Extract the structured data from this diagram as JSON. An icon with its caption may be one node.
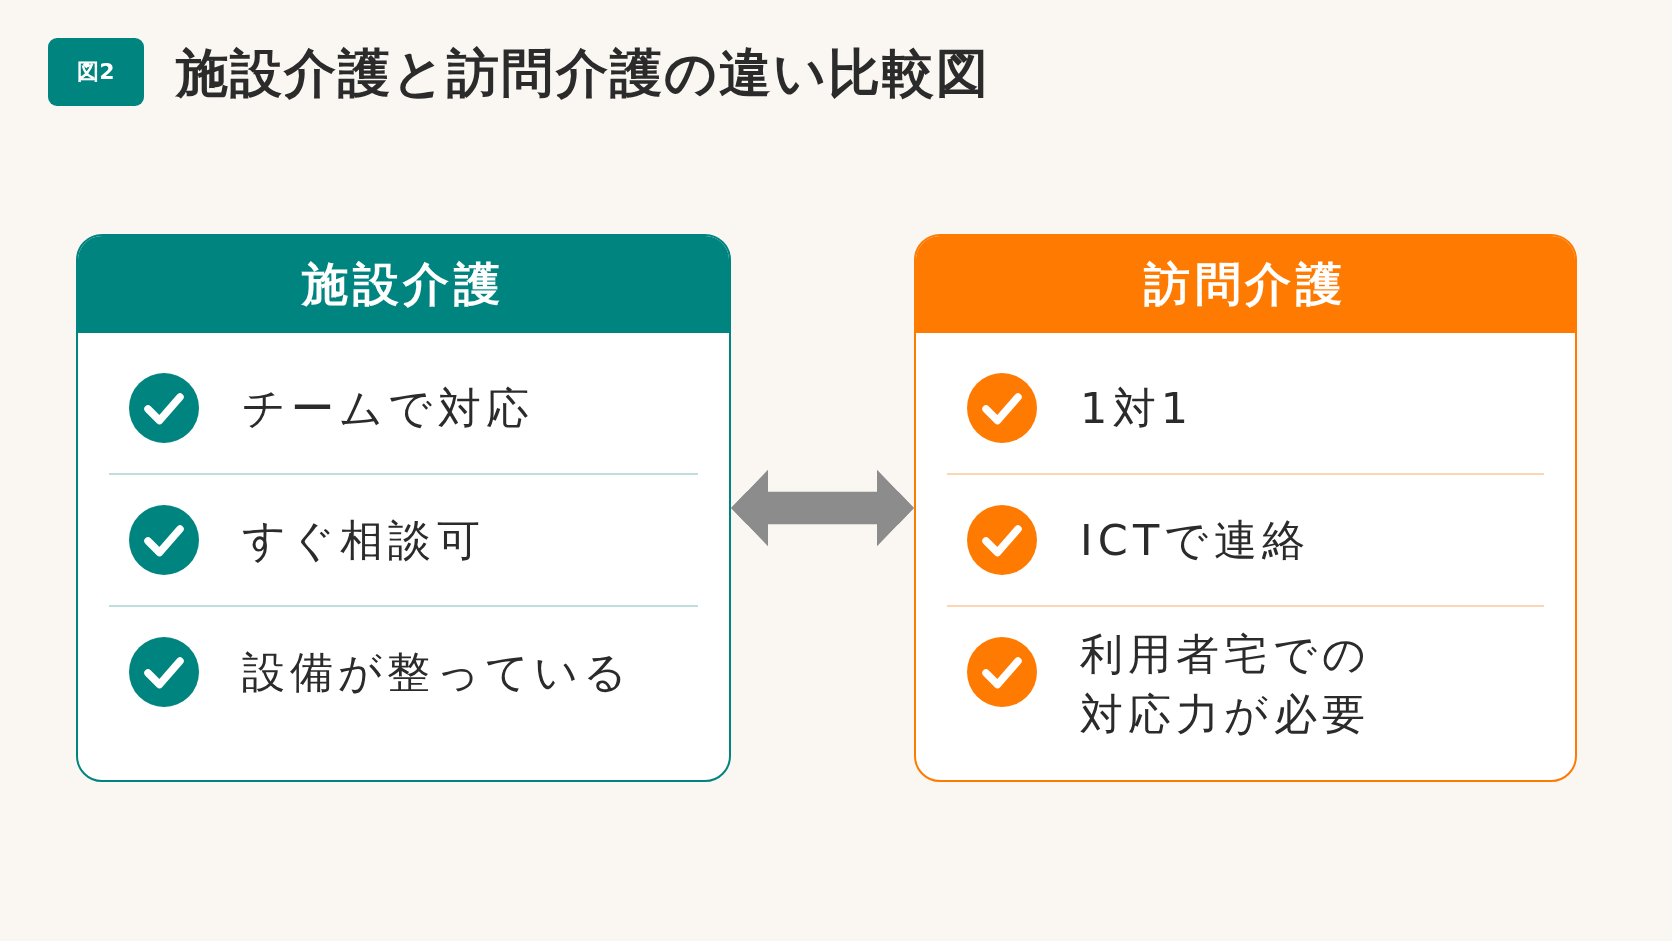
{
  "diagram": {
    "title": "施設介護と訪問介護の違い比較図",
    "nodes": [
      {
        "text": [
          "図2"
        ]
      },
      {
        "text": [
          "施設介護",
          "チームで対応",
          "すぐ相談可",
          "設備が整っている"
        ]
      },
      {
        "text": [
          "訪問介護",
          "1対1",
          "ICTで連絡",
          "利用者宅での対応力が必要"
        ]
      }
    ],
    "edges": [
      {
        "from": 1,
        "to": 2,
        "arrow": "both"
      }
    ]
  }
}
